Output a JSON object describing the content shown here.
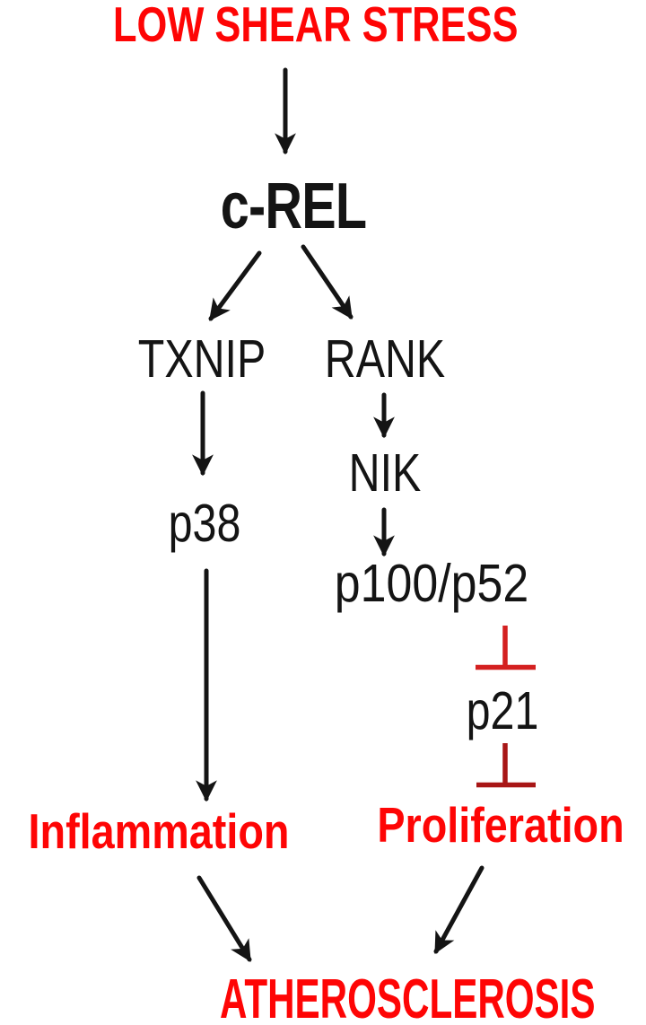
{
  "figure": {
    "description": "Signaling pathway diagram linking low shear stress and c-REL to atherosclerosis"
  },
  "colors": {
    "background": "#ffffff",
    "red_text": "#fe0505",
    "ink": "#141414",
    "inhibition_top": "#d42020",
    "inhibition_bottom": "#a81616"
  },
  "nodes": {
    "low_shear_stress": "LOW SHEAR STRESS",
    "c_rel": "c-REL",
    "txnip": "TXNIP",
    "rank": "RANK",
    "p38": "p38",
    "nik": "NIK",
    "p100_p52": "p100/p52",
    "p21": "p21",
    "inflammation": "Inflammation",
    "proliferation": "Proliferation",
    "atherosclerosis": "ATHEROSCLEROSIS"
  },
  "edges": [
    {
      "from": "LOW SHEAR STRESS",
      "to": "c-REL",
      "type": "activation"
    },
    {
      "from": "c-REL",
      "to": "TXNIP",
      "type": "activation"
    },
    {
      "from": "c-REL",
      "to": "RANK",
      "type": "activation"
    },
    {
      "from": "TXNIP",
      "to": "p38",
      "type": "activation"
    },
    {
      "from": "RANK",
      "to": "NIK",
      "type": "activation"
    },
    {
      "from": "NIK",
      "to": "p100/p52",
      "type": "activation"
    },
    {
      "from": "p38",
      "to": "Inflammation",
      "type": "activation"
    },
    {
      "from": "p100/p52",
      "to": "p21",
      "type": "inhibition"
    },
    {
      "from": "p21",
      "to": "Proliferation",
      "type": "inhibition"
    },
    {
      "from": "Inflammation",
      "to": "ATHEROSCLEROSIS",
      "type": "activation"
    },
    {
      "from": "Proliferation",
      "to": "ATHEROSCLEROSIS",
      "type": "activation"
    }
  ]
}
